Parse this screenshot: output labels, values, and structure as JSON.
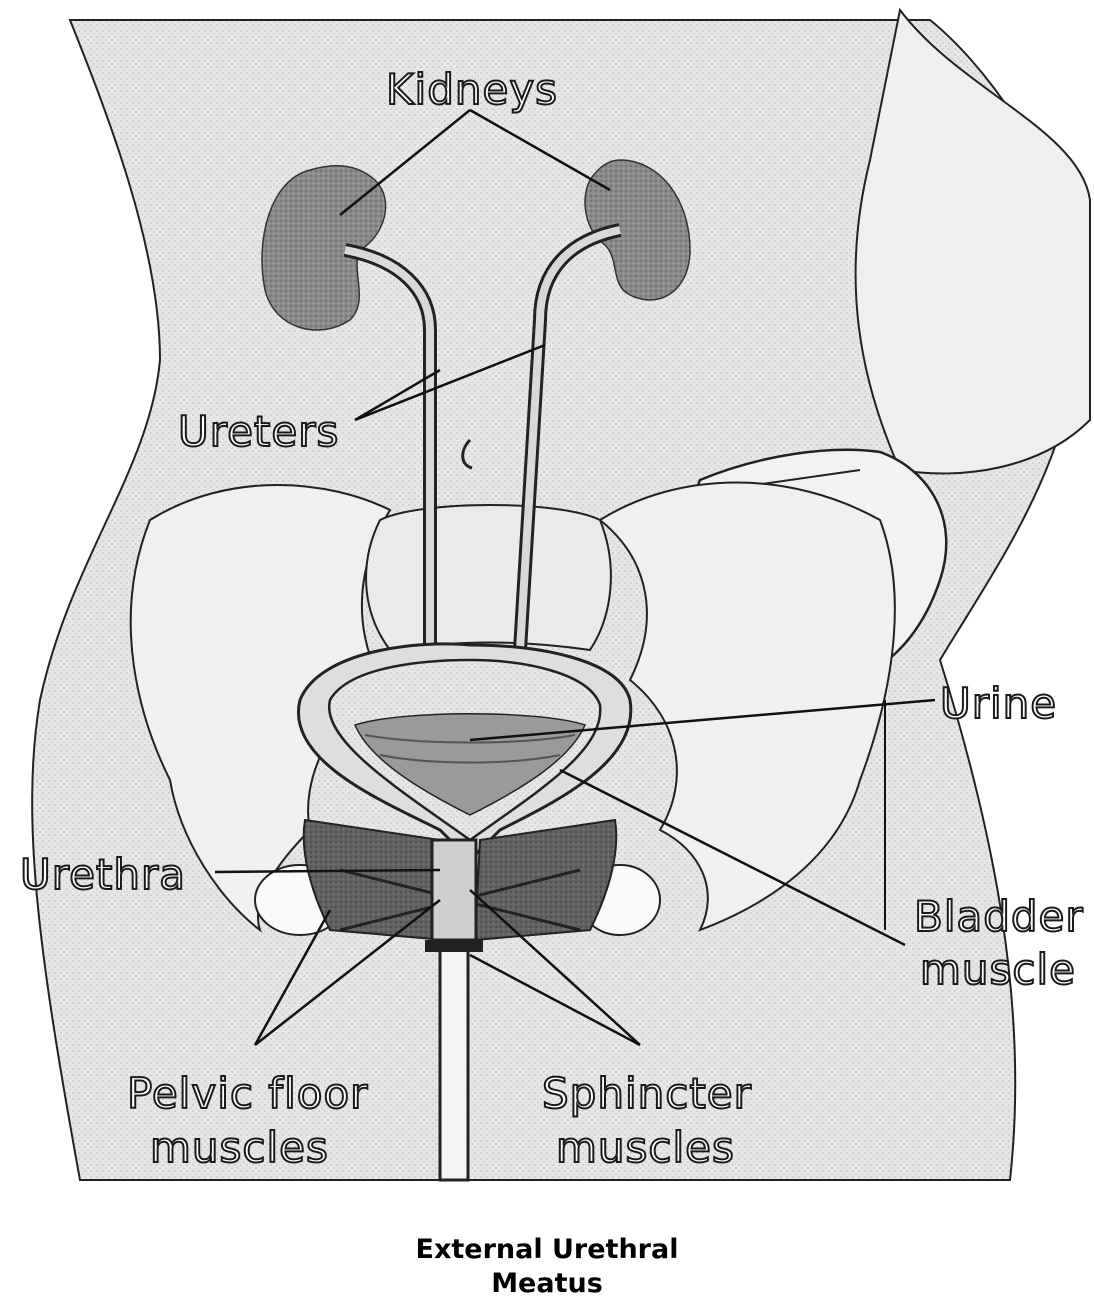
{
  "labels": {
    "kidneys": "Kidneys",
    "ureters": "Ureters",
    "urine": "Urine",
    "urethra": "Urethra",
    "bladder_muscle_line1": "Bladder",
    "bladder_muscle_line2": "muscle",
    "pelvic_floor_line1": "Pelvic floor",
    "pelvic_floor_line2": "muscles",
    "sphincter_line1": "Sphincter",
    "sphincter_line2": "muscles"
  },
  "caption": {
    "line1": "External Urethral",
    "line2": "Meatus"
  },
  "colors": {
    "background": "#ffffff",
    "organ_fill": "#8c8c8c",
    "body_fill": "#e2e2e2",
    "muscle_fill": "#5a5a5a",
    "outline": "#222222"
  }
}
